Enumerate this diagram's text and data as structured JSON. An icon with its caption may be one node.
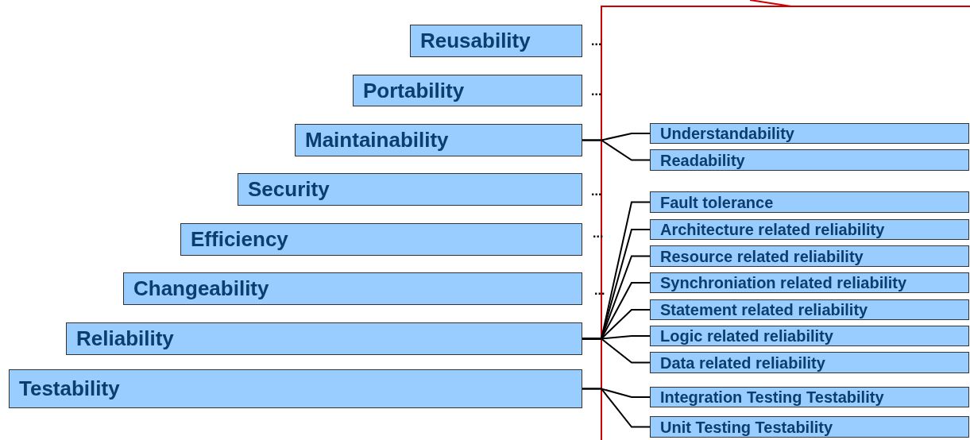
{
  "diagram": {
    "nodes": [
      {
        "text": [
          "Reusability"
        ],
        "beside": [
          "..."
        ]
      },
      {
        "text": [
          "Portability"
        ],
        "beside": [
          "..."
        ]
      },
      {
        "text": [
          "Maintainability"
        ]
      },
      {
        "text": [
          "Security"
        ],
        "beside": [
          "..."
        ]
      },
      {
        "text": [
          "Efficiency"
        ],
        "beside": [
          "..."
        ]
      },
      {
        "text": [
          "Changeability"
        ],
        "beside": [
          "..."
        ]
      },
      {
        "text": [
          "Reliability"
        ]
      },
      {
        "text": [
          "Testability"
        ]
      },
      {
        "text": [
          "Understandability"
        ]
      },
      {
        "text": [
          "Readability"
        ]
      },
      {
        "text": [
          "Fault tolerance"
        ]
      },
      {
        "text": [
          "Architecture related reliability"
        ]
      },
      {
        "text": [
          "Resource related reliability"
        ]
      },
      {
        "text": [
          "Synchroniation related reliability"
        ]
      },
      {
        "text": [
          "Statement related reliability"
        ]
      },
      {
        "text": [
          "Logic related reliability"
        ]
      },
      {
        "text": [
          "Data related reliability"
        ]
      },
      {
        "text": [
          "Integration Testing Testability"
        ]
      },
      {
        "text": [
          "Unit Testing Testability"
        ]
      }
    ],
    "edges": [
      {
        "from": 2,
        "to": 8,
        "arrow": "none"
      },
      {
        "from": 2,
        "to": 9,
        "arrow": "none"
      },
      {
        "from": 6,
        "to": 10,
        "arrow": "none"
      },
      {
        "from": 6,
        "to": 11,
        "arrow": "none"
      },
      {
        "from": 6,
        "to": 12,
        "arrow": "none"
      },
      {
        "from": 6,
        "to": 13,
        "arrow": "none"
      },
      {
        "from": 6,
        "to": 14,
        "arrow": "none"
      },
      {
        "from": 6,
        "to": 15,
        "arrow": "none"
      },
      {
        "from": 6,
        "to": 16,
        "arrow": "none"
      },
      {
        "from": 7,
        "to": 17,
        "arrow": "none"
      },
      {
        "from": 7,
        "to": 18,
        "arrow": "none"
      }
    ]
  }
}
